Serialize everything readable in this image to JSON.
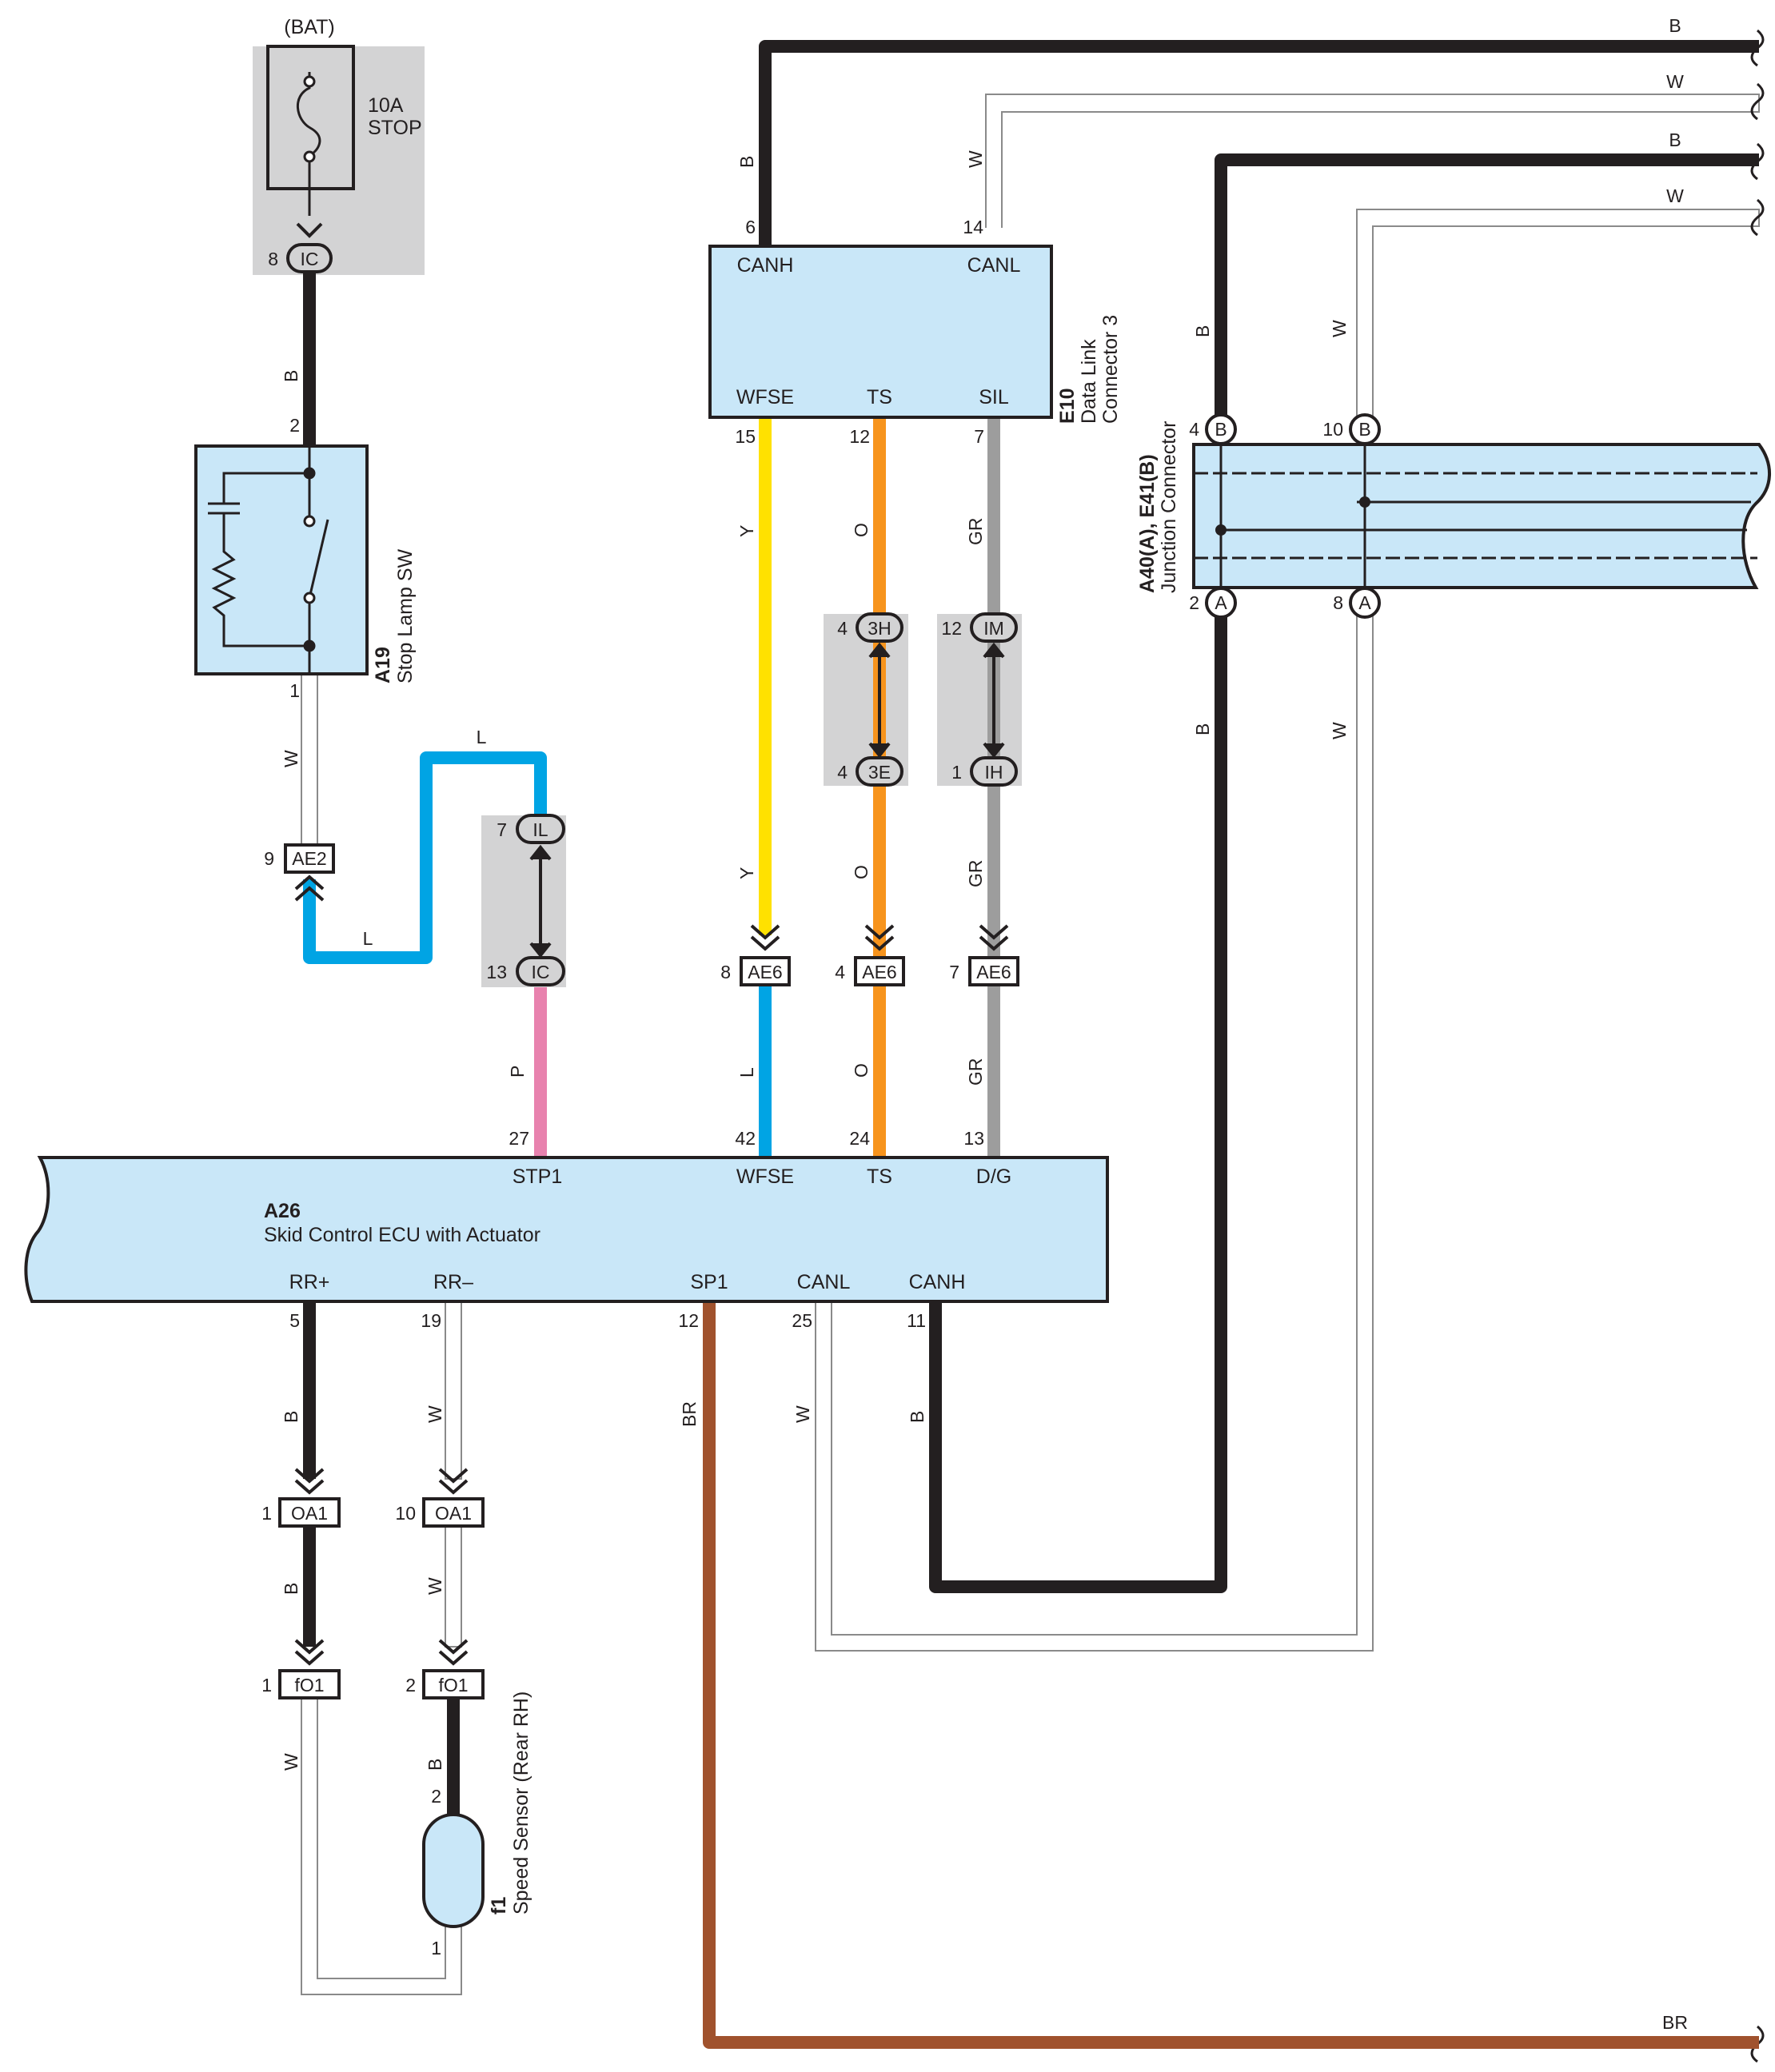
{
  "colors": {
    "B": "#231f20",
    "W_outline": "#8a8a8a",
    "L": "#00a4e4",
    "Y": "#ffe100",
    "O": "#f7941d",
    "GR": "#9d9d9d",
    "P": "#e882ae",
    "BR": "#a0522d",
    "component_fill": "#c9e7f8",
    "connector_shade": "#d3d3d4"
  },
  "labels": {
    "bat": "(BAT)",
    "fuse_amp": "10A",
    "fuse_name": "STOP",
    "fuse_pin": "8",
    "fuse_conn": "IC",
    "a19_code": "A19",
    "a19_name": "Stop Lamp SW",
    "e10_code": "E10",
    "e10_name1": "Data Link",
    "e10_name2": "Connector 3",
    "jc_code": "A40(A), E41(B)",
    "jc_name": "Junction Connector",
    "a26_code": "A26",
    "a26_name": "Skid Control ECU with Actuator",
    "f1_code": "f1",
    "f1_name": "Speed Sensor (Rear RH)"
  },
  "e10_terms": {
    "canh": "CANH",
    "canl": "CANL",
    "wfse": "WFSE",
    "ts": "TS",
    "sil": "SIL"
  },
  "ecu_terms": {
    "stp1": "STP1",
    "wfse": "WFSE",
    "ts": "TS",
    "dg": "D/G",
    "rrp": "RR+",
    "rrm": "RR–",
    "sp1": "SP1",
    "canl": "CANL",
    "canh": "CANH"
  },
  "jc_terms": {
    "b": "B",
    "a": "A"
  },
  "inline_connectors": {
    "ae2": "AE2",
    "il": "IL",
    "ic": "IC",
    "h3": "3H",
    "e3": "3E",
    "im": "IM",
    "ih": "IH",
    "ae6": "AE6",
    "oa1": "OA1",
    "fo1": "fO1"
  },
  "pins": {
    "a19_top": "2",
    "a19_bot": "1",
    "ae2": "9",
    "il": "7",
    "ic": "13",
    "e10_canh": "6",
    "e10_canl": "14",
    "e10_wfse": "15",
    "e10_ts": "12",
    "e10_sil": "7",
    "h3": "4",
    "e3": "4",
    "im": "12",
    "ih": "1",
    "ae6_y": "8",
    "ae6_o": "4",
    "ae6_gr": "7",
    "ecu_stp1": "27",
    "ecu_wfse": "42",
    "ecu_ts": "24",
    "ecu_dg": "13",
    "ecu_rrp": "5",
    "ecu_rrm": "19",
    "ecu_sp1": "12",
    "ecu_canl": "25",
    "ecu_canh": "11",
    "oa1_a": "1",
    "oa1_b": "10",
    "fo1_a": "1",
    "fo1_b": "2",
    "f1_top": "2",
    "f1_bot": "1",
    "jc_b4": "4",
    "jc_b10": "10",
    "jc_a2": "2",
    "jc_a8": "8"
  },
  "wire_colors": {
    "b": "B",
    "w": "W",
    "l": "L",
    "y": "Y",
    "o": "O",
    "gr": "GR",
    "p": "P",
    "br": "BR"
  }
}
